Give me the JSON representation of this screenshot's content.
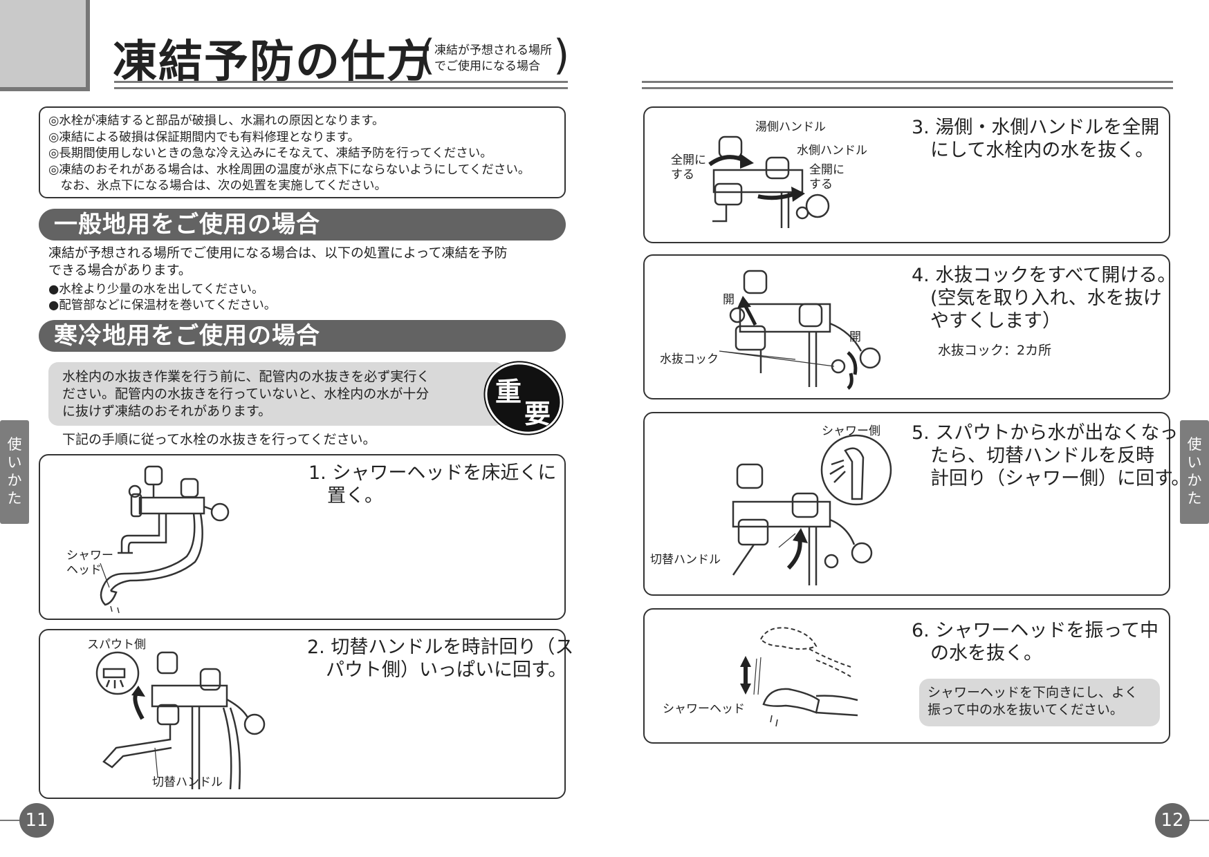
{
  "header": {
    "title": "凍結予防の仕方",
    "subtitle_line1": "凍結が予想される場所",
    "subtitle_line2": "でご使用になる場合"
  },
  "notice": [
    "◎水栓が凍結すると部品が破損し、水漏れの原因となります。",
    "◎凍結による破損は保証期間内でも有料修理となります。",
    "◎長期間使用しないときの急な冷え込みにそなえて、凍結予防を行ってください。",
    "◎凍結のおそれがある場合は、水栓周囲の温度が氷点下にならないようにしてください。",
    "　なお、氷点下になる場合は、次の処置を実施してください。"
  ],
  "general": {
    "heading": "一般地用をご使用の場合",
    "intro1": "凍結が予想される場所でご使用になる場合は、以下の処置によって凍結を予防",
    "intro2": "できる場合があります。",
    "bullet1": "●水栓より少量の水を出してください。",
    "bullet2": "●配管部などに保温材を巻いてください。"
  },
  "cold": {
    "heading": "寒冷地用をご使用の場合",
    "warning1": "水栓内の水抜き作業を行う前に、配管内の水抜きを必ず実行く",
    "warning2": "ださい。配管内の水抜きを行っていないと、水栓内の水が十分",
    "warning3": "に抜けず凍結のおそれがあります。",
    "badge1": "重",
    "badge2": "要",
    "instruction": "下記の手順に従って水栓の水抜きを行ってください。"
  },
  "steps": {
    "s1": {
      "line1": "1. シャワーヘッドを床近くに",
      "line2": "　置く。",
      "label1": "シャワー",
      "label2": "ヘッド"
    },
    "s2": {
      "line1": "2. 切替ハンドルを時計回り（ス",
      "line2": "　パウト側）いっぱいに回す。",
      "label_spout": "スパウト側",
      "label_handle": "切替ハンドル"
    },
    "s3": {
      "line1": "3. 湯側・水側ハンドルを全開",
      "line2": "　にして水栓内の水を抜く。",
      "label_hot": "湯側ハンドル",
      "label_cold": "水側ハンドル",
      "label_open_l1": "全開に",
      "label_open_l2": "する",
      "label_open_r1": "全開に",
      "label_open_r2": "する"
    },
    "s4": {
      "line1": "4. 水抜コックをすべて開ける。",
      "line2": "　(空気を取り入れ、水を抜け",
      "line3": "　やすくします）",
      "sub": "水抜コック：2カ所",
      "label_cock": "水抜コック",
      "label_open1": "開",
      "label_open2": "開"
    },
    "s5": {
      "line1": "5. スパウトから水が出なくなっ",
      "line2": "　たら、切替ハンドルを反時",
      "line3": "　計回り（シャワー側）に回す。",
      "label_shower": "シャワー側",
      "label_handle": "切替ハンドル"
    },
    "s6": {
      "line1": "6. シャワーヘッドを振って中",
      "line2": "　の水を抜く。",
      "hint1": "シャワーヘッドを下向きにし、よく",
      "hint2": "振って中の水を抜いてください。",
      "label_head": "シャワーヘッド"
    }
  },
  "side_tab": {
    "c1": "使",
    "c2": "い",
    "c3": "か",
    "c4": "た"
  },
  "page_numbers": {
    "left": "11",
    "right": "12"
  }
}
